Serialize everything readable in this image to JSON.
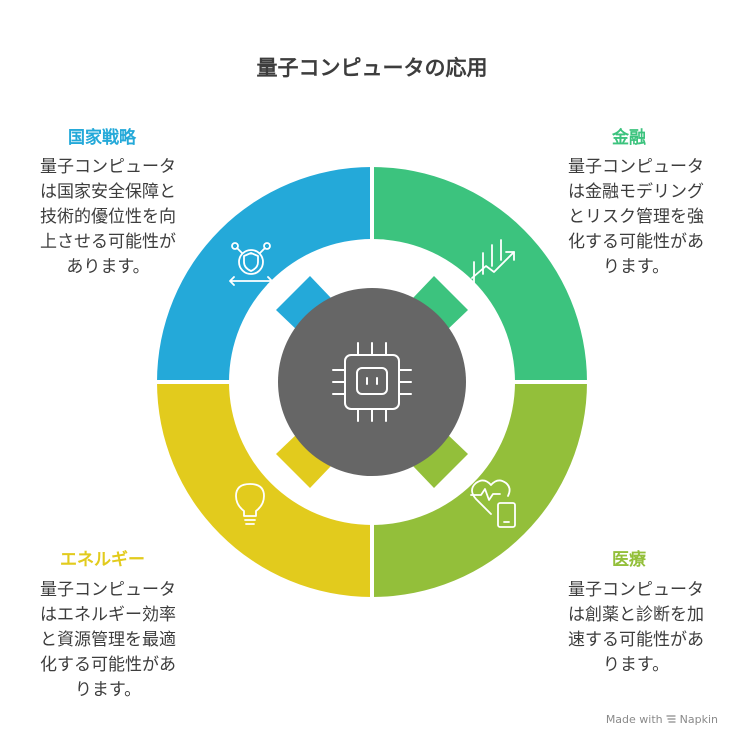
{
  "title": "量子コンピュータの応用",
  "colors": {
    "national_security": "#24a9d9",
    "finance": "#3cc37e",
    "medical": "#93bf3a",
    "energy": "#e2cb1d",
    "center": "#666666"
  },
  "sections": {
    "national_security": {
      "heading": "国家戦略",
      "lines": [
        "量子コンピュータ",
        "は国家安全保障と",
        "技術的優位性を向",
        "上させる可能性が",
        "あります。"
      ],
      "icon": "shield-network-icon"
    },
    "finance": {
      "heading": "金融",
      "lines": [
        "量子コンピュータ",
        "は金融モデリング",
        "とリスク管理を強",
        "化する可能性があ",
        "ります。"
      ],
      "icon": "growth-chart-icon"
    },
    "energy": {
      "heading": "エネルギー",
      "lines": [
        "量子コンピュータ",
        "はエネルギー効率",
        "と資源管理を最適",
        "化する可能性があ",
        "ります。"
      ],
      "icon": "lightbulb-icon"
    },
    "medical": {
      "heading": "医療",
      "lines": [
        "量子コンピュータ",
        "は創薬と診断を加",
        "速する可能性があ",
        "ります。"
      ],
      "icon": "heart-monitor-icon"
    }
  },
  "center_icon": "chip-icon",
  "watermark": {
    "made_with": "Made with",
    "brand": "Napkin"
  }
}
